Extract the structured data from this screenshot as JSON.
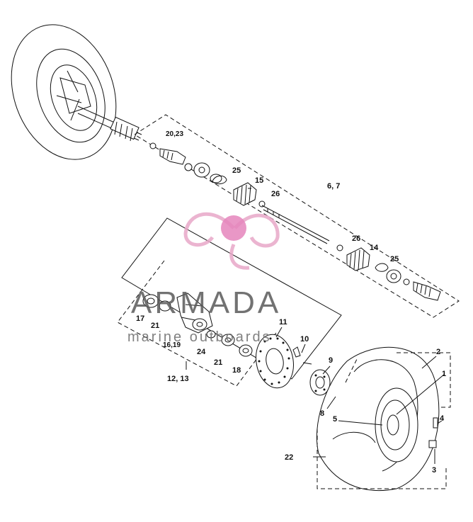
{
  "callouts": {
    "c1": "1",
    "c2": "2",
    "c3": "3",
    "c4": "4",
    "c5": "5",
    "c6_7": "6, 7",
    "c8": "8",
    "c9": "9",
    "c10": "10",
    "c11": "11",
    "c12_13": "12, 13",
    "c14": "14",
    "c15": "15",
    "c16_19": "16,19",
    "c17": "17",
    "c18": "18",
    "c20_23": "20,23",
    "c21a": "21",
    "c21b": "21",
    "c22": "22",
    "c24": "24",
    "c25a": "25",
    "c25b": "25",
    "c26a": "26",
    "c26b": "26"
  },
  "watermark": {
    "brand": "ARMADA",
    "tagline": "marine outboards",
    "logo_color": "#e8a8c8",
    "logo_accent": "#e070b0"
  }
}
